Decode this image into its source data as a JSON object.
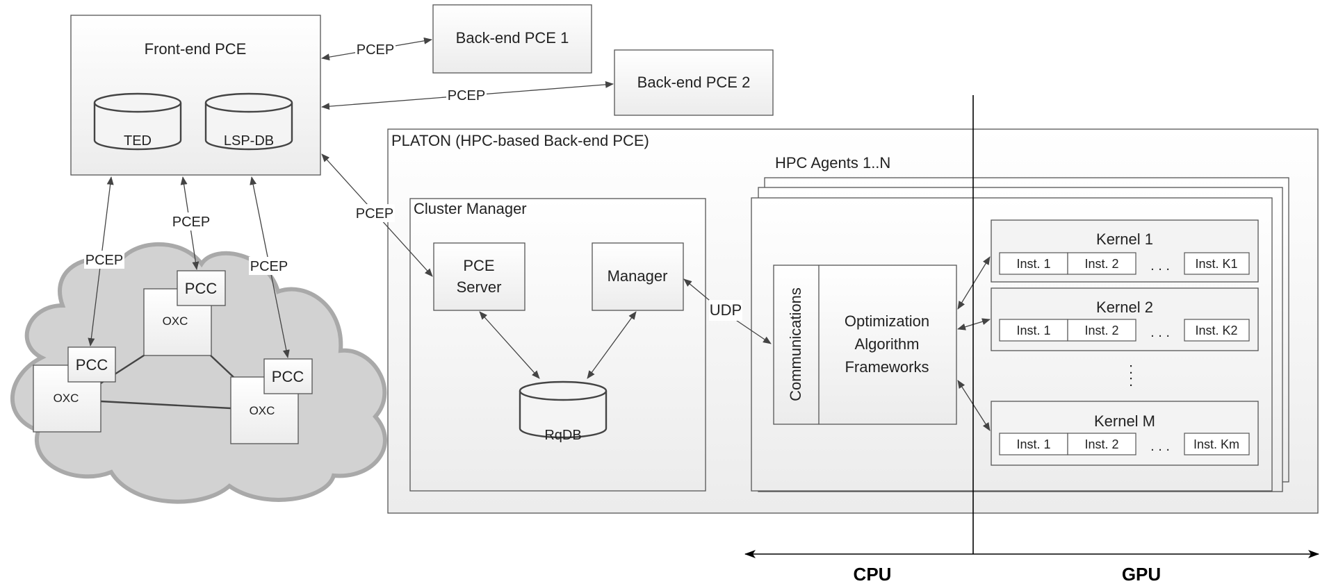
{
  "front_end": {
    "title": "Front-end PCE",
    "db1": "TED",
    "db2": "LSP-DB"
  },
  "backend1": "Back-end PCE 1",
  "backend2": "Back-end PCE 2",
  "pcep": "PCEP",
  "udp": "UDP",
  "platon": {
    "title": "PLATON (HPC-based Back-end PCE)"
  },
  "cluster": {
    "title": "Cluster Manager",
    "pce_server_1": "PCE",
    "pce_server_2": "Server",
    "manager": "Manager",
    "rqdb": "RqDB"
  },
  "agents": {
    "title": "HPC Agents 1..N",
    "communications": "Communications",
    "opt_line1": "Optimization",
    "opt_line2": "Algorithm",
    "opt_line3": "Frameworks"
  },
  "kernels": [
    {
      "name": "Kernel 1",
      "inst": [
        "Inst. 1",
        "Inst. 2",
        "Inst. K1"
      ]
    },
    {
      "name": "Kernel 2",
      "inst": [
        "Inst. 1",
        "Inst. 2",
        "Inst. K2"
      ]
    },
    {
      "name": "Kernel M",
      "inst": [
        "Inst. 1",
        "Inst. 2",
        "Inst. Km"
      ]
    }
  ],
  "ellipsis": ". . .",
  "vdots": ":",
  "network": {
    "pcc": "PCC",
    "oxc": "OXC"
  },
  "axis": {
    "cpu": "CPU",
    "gpu": "GPU"
  }
}
